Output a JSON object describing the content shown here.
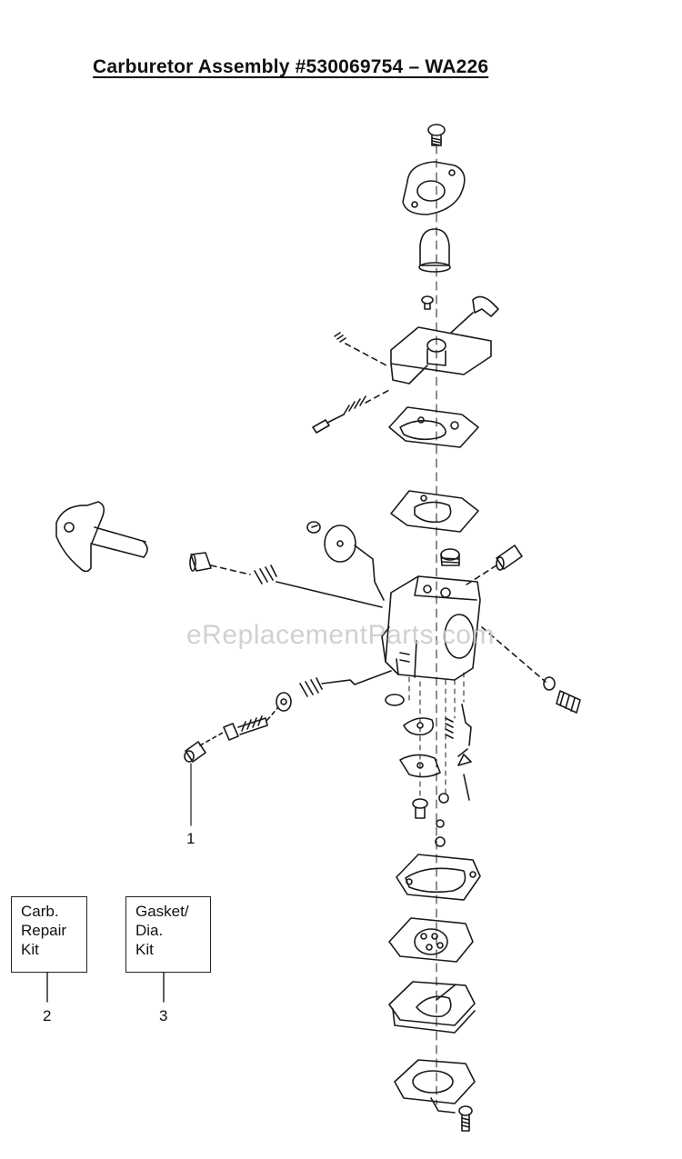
{
  "title": "Carburetor Assembly  #530069754 – WA226",
  "watermark": "eReplacementParts.com",
  "callouts": [
    {
      "number": "1"
    },
    {
      "number": "2",
      "label_lines": [
        "Carb.",
        "Repair",
        "Kit"
      ]
    },
    {
      "number": "3",
      "label_lines": [
        "Gasket/",
        "Dia.",
        "Kit"
      ]
    }
  ],
  "colors": {
    "line": "#1a1a1a",
    "background": "#ffffff",
    "watermark": "#c9c9c9"
  }
}
